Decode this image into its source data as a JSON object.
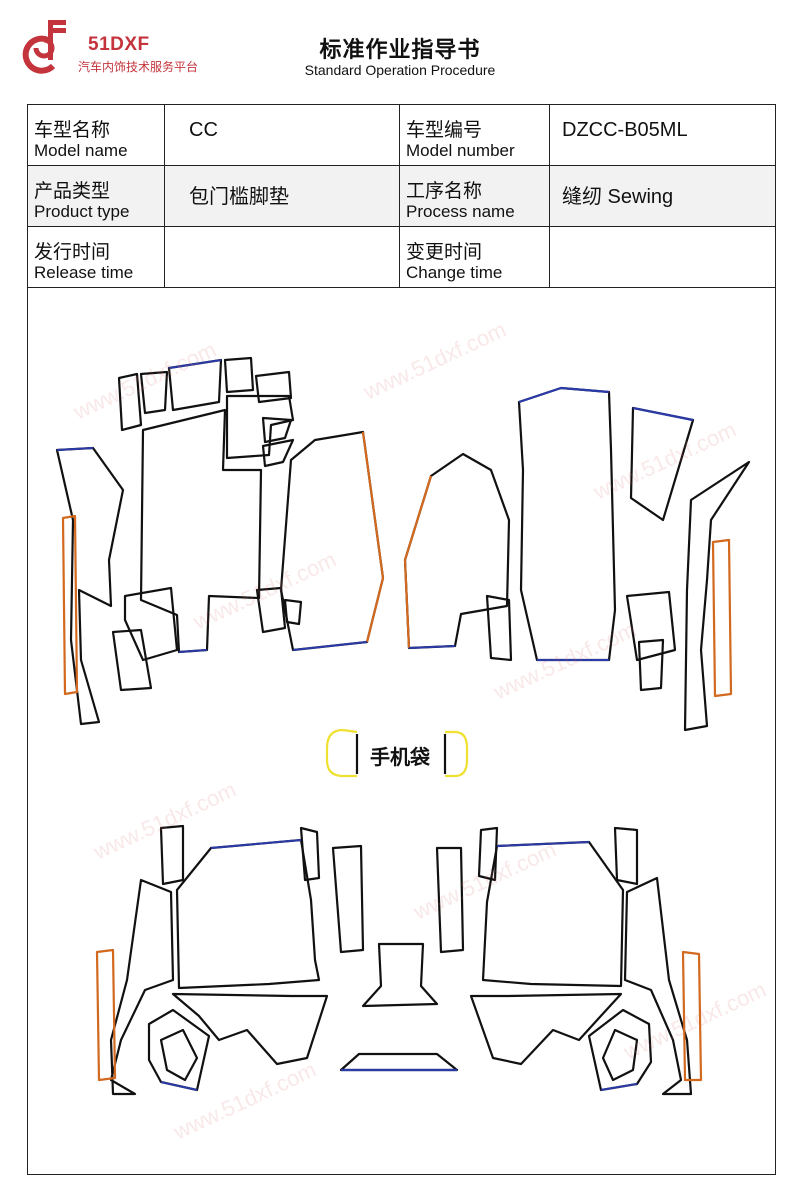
{
  "header": {
    "brand": "51DXF",
    "tagline": "汽车内饰技术服务平台",
    "title": "标准作业指导书",
    "subtitle": "Standard Operation Procedure"
  },
  "info_table": {
    "model_name_zh": "车型名称",
    "model_name_en": "Model name",
    "model_name_value": "CC",
    "model_number_zh": "车型编号",
    "model_number_en": "Model number",
    "model_number_value": "DZCC-B05ML",
    "product_type_zh": "产品类型",
    "product_type_en": "Product type",
    "product_type_value": "包门槛脚垫",
    "process_name_zh": "工序名称",
    "process_name_en": "Process name",
    "process_name_value": "缝纫 Sewing",
    "release_time_zh": "发行时间",
    "release_time_en": "Release time",
    "release_time_value": "",
    "change_time_zh": "变更时间",
    "change_time_en": "Change time",
    "change_time_value": ""
  },
  "diagram": {
    "phone_pocket_label": "手机袋",
    "watermark_text": "www.51dxf.com",
    "colors": {
      "outline": "#111111",
      "edge_blue": "#2a3aa8",
      "edge_orange": "#d2691e",
      "pocket_yellow": "#f0e030",
      "brand_red": "#c4343c"
    }
  }
}
